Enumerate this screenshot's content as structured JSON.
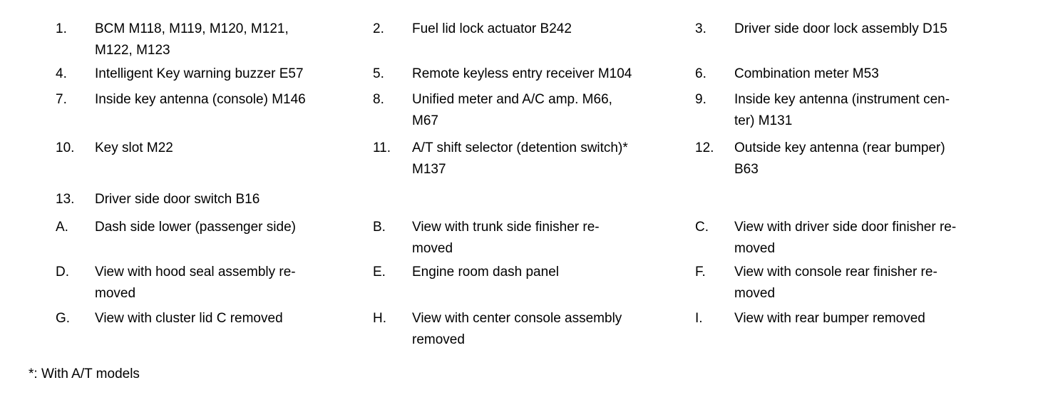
{
  "colors": {
    "background": "#ffffff",
    "text": "#000000"
  },
  "legend": {
    "rows": [
      {
        "cells": [
          {
            "label": "1.",
            "lines": [
              "BCM M118, M119, M120, M121,",
              "M122, M123"
            ]
          },
          {
            "label": "2.",
            "lines": [
              "Fuel lid lock actuator B242"
            ]
          },
          {
            "label": "3.",
            "lines": [
              "Driver side door lock assembly D15"
            ]
          }
        ]
      },
      {
        "cells": [
          {
            "label": "4.",
            "lines": [
              "Intelligent Key warning buzzer E57"
            ]
          },
          {
            "label": "5.",
            "lines": [
              "Remote keyless entry receiver M104"
            ]
          },
          {
            "label": "6.",
            "lines": [
              "Combination meter M53"
            ]
          }
        ]
      },
      {
        "cells": [
          {
            "label": "7.",
            "lines": [
              "Inside key antenna (console) M146"
            ]
          },
          {
            "label": "8.",
            "lines": [
              "Unified meter and A/C amp. M66,",
              "M67"
            ]
          },
          {
            "label": "9.",
            "lines": [
              "Inside key antenna (instrument cen-",
              "ter) M131"
            ]
          }
        ]
      },
      {
        "cells": [
          {
            "label": "10.",
            "lines": [
              "Key slot M22"
            ]
          },
          {
            "label": "11.",
            "lines": [
              "A/T shift selector (detention switch)*",
              "M137"
            ]
          },
          {
            "label": "12.",
            "lines": [
              "Outside key antenna (rear bumper)",
              "B63"
            ]
          }
        ]
      },
      {
        "cells": [
          {
            "label": "13.",
            "lines": [
              "Driver side door switch B16"
            ]
          },
          null,
          null
        ]
      },
      {
        "cells": [
          {
            "label": "A.",
            "lines": [
              "Dash side lower (passenger side)"
            ]
          },
          {
            "label": "B.",
            "lines": [
              "View with trunk side finisher re-",
              "moved"
            ]
          },
          {
            "label": "C.",
            "lines": [
              "View with driver side door finisher re-",
              "moved"
            ]
          }
        ]
      },
      {
        "cells": [
          {
            "label": "D.",
            "lines": [
              "View with hood seal assembly re-",
              "moved"
            ]
          },
          {
            "label": "E.",
            "lines": [
              "Engine room dash panel"
            ]
          },
          {
            "label": "F.",
            "lines": [
              "View with console rear finisher re-",
              "moved"
            ]
          }
        ]
      },
      {
        "cells": [
          {
            "label": "G.",
            "lines": [
              "View with cluster lid C removed"
            ]
          },
          {
            "label": "H.",
            "lines": [
              "View with center console assembly",
              "removed"
            ]
          },
          {
            "label": "I.",
            "lines": [
              "View with rear bumper removed"
            ]
          }
        ]
      }
    ],
    "footnote": "*: With A/T models"
  }
}
